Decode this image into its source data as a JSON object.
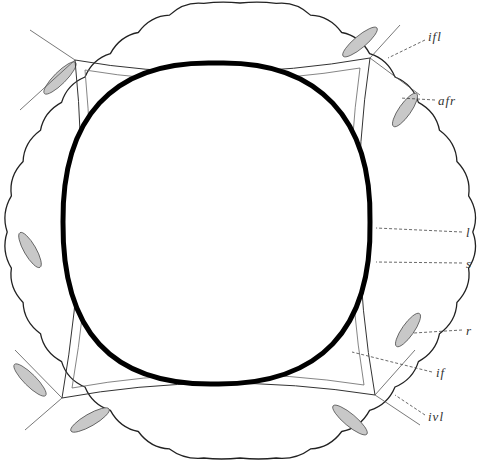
{
  "diagram": {
    "labels": [
      "ifl",
      "afr",
      "l",
      "s",
      "r",
      "if",
      "ivl"
    ]
  }
}
